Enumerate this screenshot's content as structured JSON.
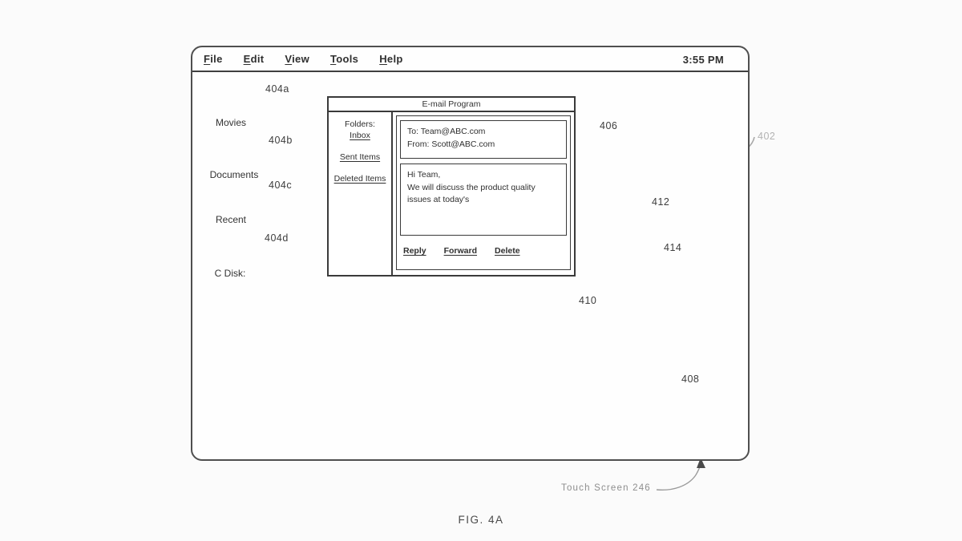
{
  "menu_bar": {
    "items": [
      {
        "key": "F",
        "rest": "ile"
      },
      {
        "key": "E",
        "rest": "dit"
      },
      {
        "key": "V",
        "rest": "iew"
      },
      {
        "key": "T",
        "rest": "ools"
      },
      {
        "key": "H",
        "rest": "elp"
      }
    ],
    "clock": "3:55 PM"
  },
  "desktop": {
    "icons": [
      {
        "label": "Movies",
        "ref": "404a",
        "icon": "movies-screen-icon"
      },
      {
        "label": "Documents",
        "ref": "404b",
        "icon": "folder-icon"
      },
      {
        "label": "Recent",
        "ref": "404c",
        "icon": "folder-icon"
      },
      {
        "label": "C Disk:",
        "ref": "404d",
        "icon": "disk-cylinder-icon"
      }
    ]
  },
  "email_window": {
    "title": "E-mail Program",
    "ref": "406",
    "folders_pane": {
      "heading": "Folders:",
      "items": [
        "Inbox",
        "Sent Items",
        "Deleted Items"
      ]
    },
    "message": {
      "to": "To: Team@ABC.com",
      "from": "From: Scott@ABC.com",
      "body_lines": [
        "Hi Team,",
        "We will discuss the product quality",
        "issues at today's"
      ]
    },
    "actions": [
      "Reply",
      "Forward",
      "Delete"
    ]
  },
  "annotations": {
    "dial_ref": "412",
    "finger_ref": "414",
    "touch_point_ref": "410",
    "dock_ref": "408",
    "screen_ref": "402",
    "touch_screen_label": "Touch Screen 246"
  },
  "dock": {
    "icons": [
      "folder-icon",
      "music-note-icon",
      "video-camera-icon",
      "document-icon"
    ]
  },
  "figure": {
    "caption": "FIG. 4A"
  },
  "colors": {
    "line": "#3f3f3f",
    "faint_label": "#b3b3b3",
    "bead_fill": "#e2e2e2"
  }
}
